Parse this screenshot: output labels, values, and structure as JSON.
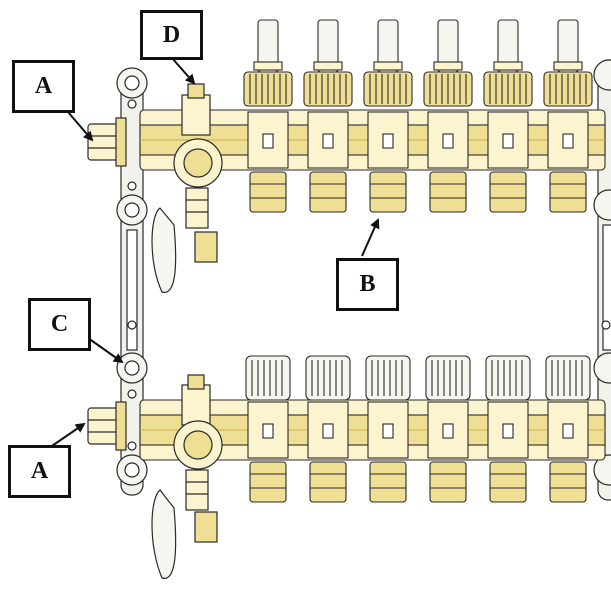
{
  "figure": {
    "callouts": [
      {
        "id": "A",
        "label": "A"
      },
      {
        "id": "D",
        "label": "D"
      },
      {
        "id": "B",
        "label": "B"
      },
      {
        "id": "C",
        "label": "C"
      },
      {
        "id": "A2",
        "label": "A"
      }
    ],
    "colors": {
      "outline": "#2a2a2a",
      "brass_light": "#fbf4cf",
      "brass": "#efdf95",
      "brass_dark": "#c8ad4a",
      "steel": "#f2f2ec",
      "callout_border": "#111111"
    },
    "icons": [
      "inlet-union-icon",
      "flowmeter-icon",
      "isolation-valve-icon",
      "bracket-icon",
      "air-vent-icon",
      "drain-valve-icon"
    ]
  }
}
